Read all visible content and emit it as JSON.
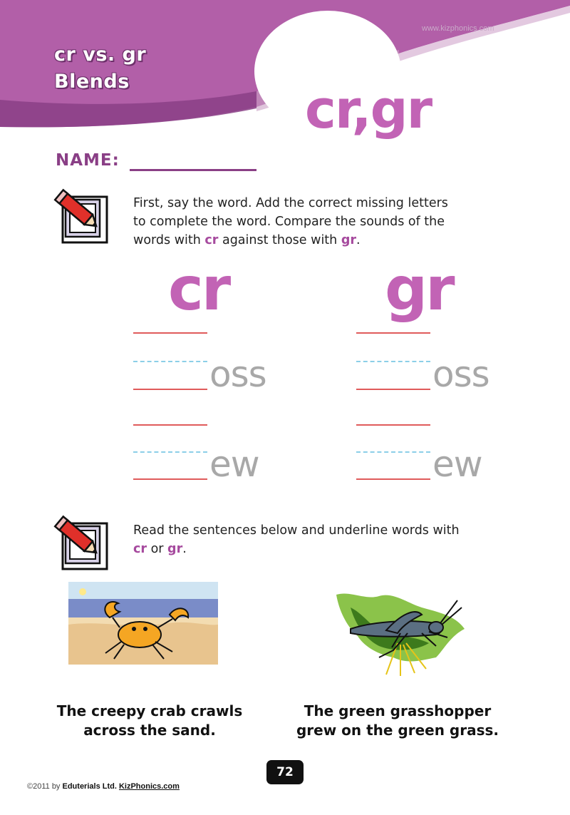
{
  "header": {
    "title_line1": "cr vs. gr",
    "title_line2": "Blends",
    "website": "www.kizphonics.com",
    "blend_display": "cr,gr"
  },
  "name_label": "NAME:",
  "exercise1": {
    "instruction_part1": "First, say the word. Add the correct missing letters",
    "instruction_part2": "to complete the word. Compare the sounds of the",
    "instruction_part3": "words with ",
    "highlight_cr": "cr",
    "instruction_part4": " against those with ",
    "highlight_gr": "gr",
    "instruction_part5": ".",
    "columns": [
      {
        "heading": "cr",
        "words": [
          "oss",
          "ew"
        ]
      },
      {
        "heading": "gr",
        "words": [
          "oss",
          "ew"
        ]
      }
    ]
  },
  "exercise2": {
    "instruction_part1": "Read the sentences below and underline words with",
    "highlight_cr": "cr",
    "instruction_or": " or ",
    "highlight_gr": "gr",
    "instruction_end": ".",
    "sentences": [
      {
        "line1": "The creepy crab crawls",
        "line2": "across the sand."
      },
      {
        "line1": "The green grasshopper",
        "line2": "grew on the green grass."
      }
    ]
  },
  "page_number": "72",
  "footer": {
    "copyright": "©2011 by ",
    "company": "Eduterials Ltd.",
    "site": "KizPhonics.com"
  },
  "colors": {
    "brand_purple": "#b25fa8",
    "dark_purple": "#8a3f86",
    "blend_pink": "#c263b5",
    "trace_red": "#e05b5b",
    "trace_blue": "#8ccfe8"
  },
  "icons": [
    "pencil-checkbox-icon",
    "crab-illustration",
    "grasshopper-illustration"
  ]
}
